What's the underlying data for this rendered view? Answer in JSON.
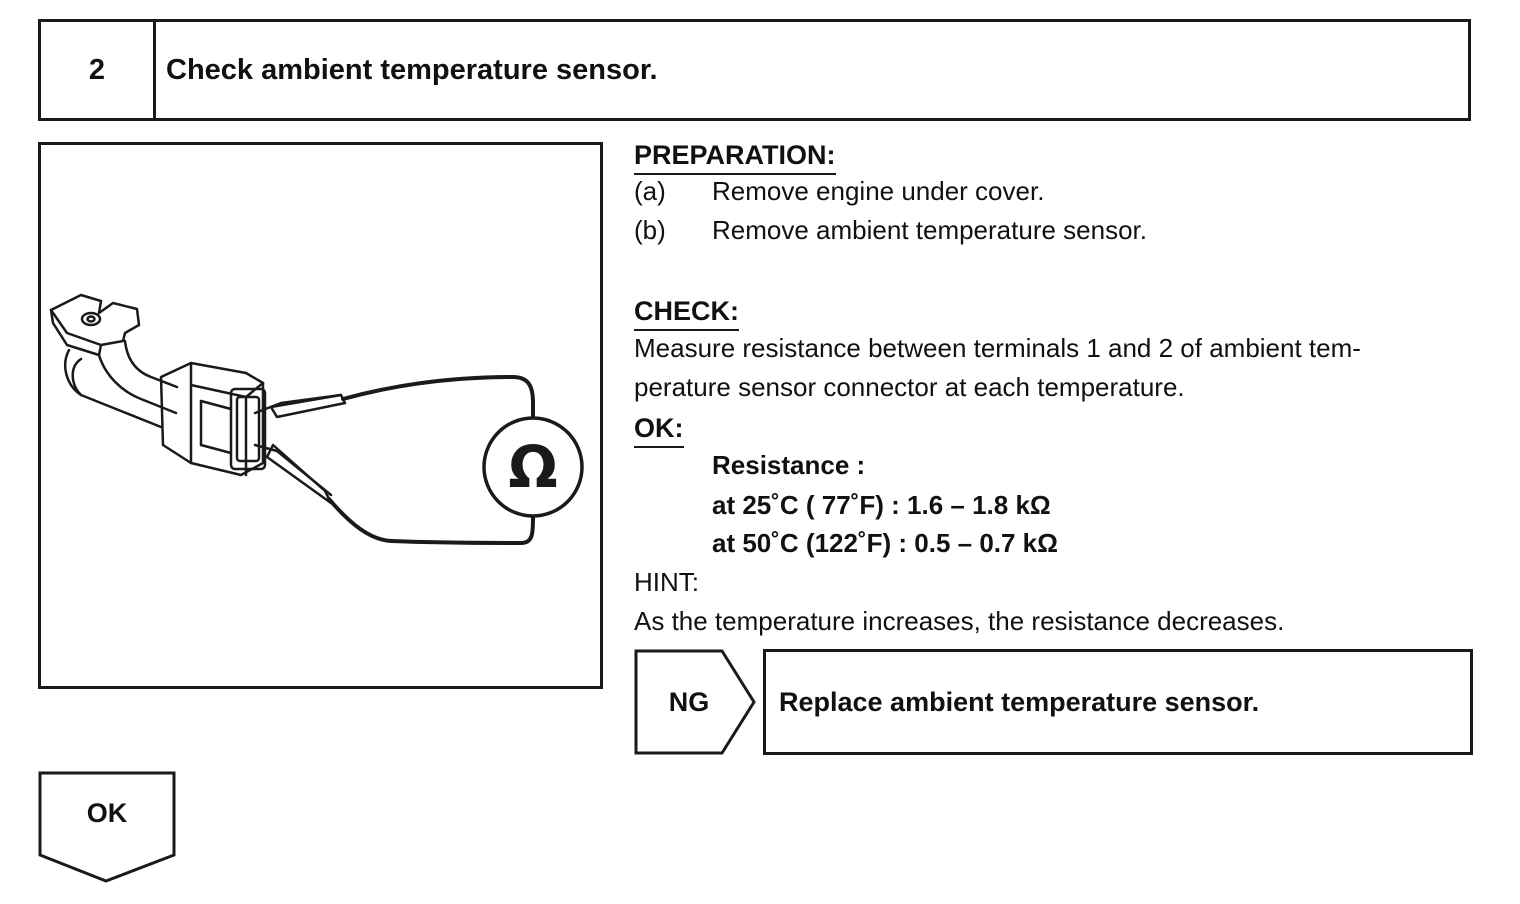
{
  "step": {
    "number": "2",
    "title": "Check ambient temperature sensor."
  },
  "preparation": {
    "heading": "PREPARATION:",
    "items": [
      {
        "marker": "(a)",
        "text": "Remove engine under cover."
      },
      {
        "marker": "(b)",
        "text": "Remove ambient temperature sensor."
      }
    ]
  },
  "check": {
    "heading": "CHECK:",
    "lines": [
      "Measure resistance between terminals 1 and 2 of ambient tem-",
      "perature sensor connector at each temperature."
    ]
  },
  "ok_spec": {
    "heading": "OK:",
    "label": "Resistance :",
    "values": [
      "at 25˚C ( 77˚F) : 1.6 – 1.8 kΩ",
      "at 50˚C (122˚F) : 0.5 – 0.7 kΩ"
    ]
  },
  "hint": {
    "heading": "HINT:",
    "text": "As the temperature increases, the resistance decreases."
  },
  "ng": {
    "label": "NG",
    "action": "Replace ambient temperature sensor."
  },
  "ok": {
    "label": "OK"
  },
  "illustration": {
    "meter_symbol": "Ω",
    "icons": [
      "ohmmeter-icon",
      "temperature-sensor-connector-icon"
    ]
  }
}
